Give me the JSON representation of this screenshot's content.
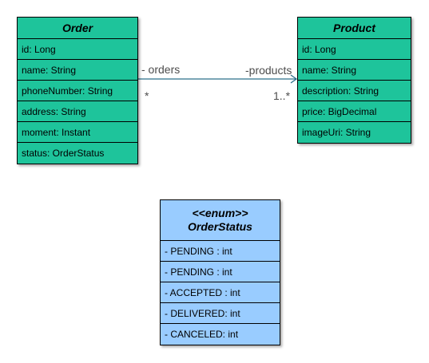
{
  "classes": {
    "order": {
      "name": "Order",
      "attributes": [
        "id: Long",
        "name: String",
        "phoneNumber: String",
        "address: String",
        "moment: Instant",
        "status: OrderStatus"
      ]
    },
    "product": {
      "name": "Product",
      "attributes": [
        "id: Long",
        "name: String",
        "description: String",
        "price: BigDecimal",
        "imageUri: String"
      ]
    },
    "order_status": {
      "stereotype": "<<enum>>",
      "name": "OrderStatus",
      "literals": [
        "- PENDING : int",
        "- PENDING : int",
        "- ACCEPTED : int",
        "- DELIVERED: int",
        "- CANCELED: int"
      ]
    }
  },
  "association": {
    "source_role": "- orders",
    "target_role": "-products",
    "source_multiplicity": "*",
    "target_multiplicity": "1..*"
  },
  "colors": {
    "entity_fill": "#1ec49b",
    "enum_fill": "#99ccff",
    "association_line": "#2b6f8a",
    "label_text": "#4d4d4d"
  }
}
